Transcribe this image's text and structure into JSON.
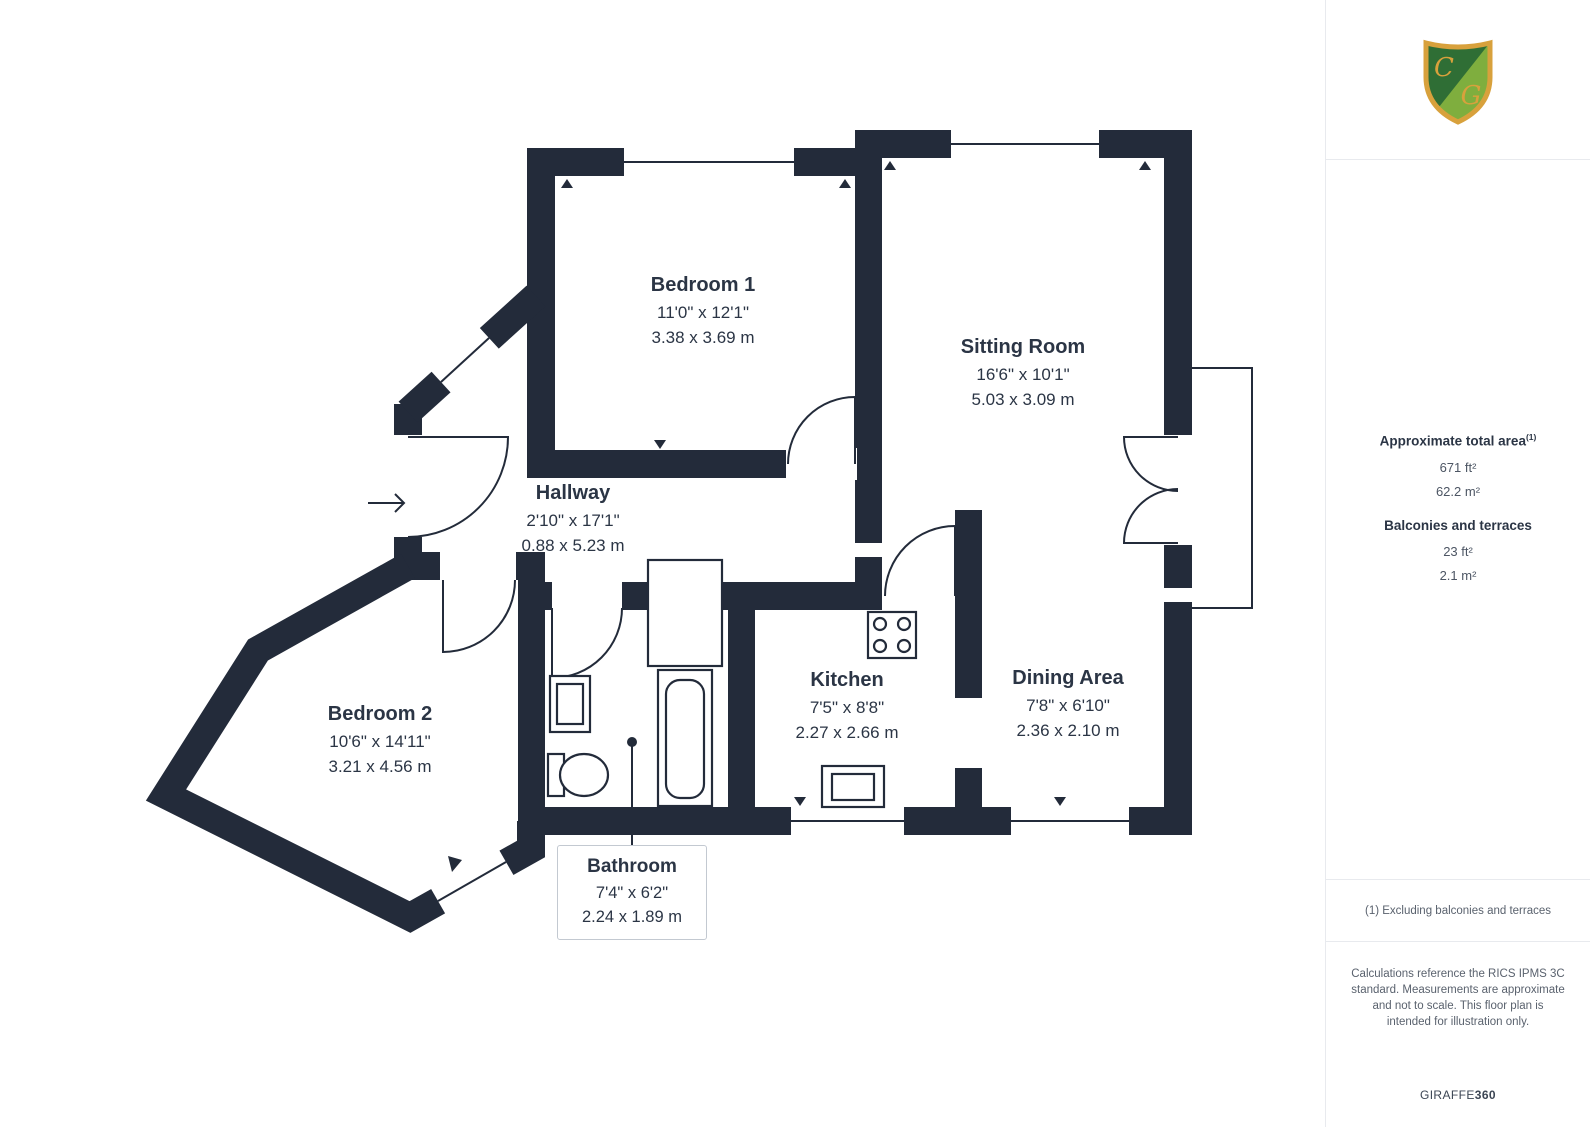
{
  "colors": {
    "wall": "#232b3a",
    "text": "#2b3545",
    "muted": "#5a626e",
    "divider": "#e8eaee",
    "logo_gold": "#d8a13c",
    "green_dark": "#2f6e35",
    "green_light": "#7fae3e",
    "box_border": "#c3c9d1"
  },
  "rooms": {
    "bedroom1": {
      "name": "Bedroom 1",
      "imperial": "11'0\" x 12'1\"",
      "metric": "3.38 x 3.69 m"
    },
    "sitting_room": {
      "name": "Sitting Room",
      "imperial": "16'6\" x 10'1\"",
      "metric": "5.03 x 3.09 m"
    },
    "hallway": {
      "name": "Hallway",
      "imperial": "2'10\" x 17'1\"",
      "metric": "0.88 x 5.23 m"
    },
    "bedroom2": {
      "name": "Bedroom 2",
      "imperial": "10'6\" x 14'11\"",
      "metric": "3.21 x 4.56 m"
    },
    "kitchen": {
      "name": "Kitchen",
      "imperial": "7'5\" x 8'8\"",
      "metric": "2.27 x 2.66 m"
    },
    "dining_area": {
      "name": "Dining Area",
      "imperial": "7'8\" x 6'10\"",
      "metric": "2.36 x 2.10 m"
    },
    "bathroom": {
      "name": "Bathroom",
      "imperial": "7'4\" x 6'2\"",
      "metric": "2.24 x 1.89 m"
    }
  },
  "sidebar": {
    "total_area_label": "Approximate total area",
    "total_area_sup": "(1)",
    "total_area_ft": "671 ft²",
    "total_area_m": "62.2 m²",
    "balconies_label": "Balconies and terraces",
    "balconies_ft": "23 ft²",
    "balconies_m": "2.1 m²",
    "footnote": "(1) Excluding balconies and terraces",
    "disclaimer": "Calculations reference the RICS IPMS 3C standard. Measurements are approximate and not to scale. This floor plan is intended for illustration only.",
    "brand_regular": "GIRAFFE",
    "brand_bold": "360"
  },
  "logo": {
    "letter_top": "C",
    "letter_bottom": "G"
  }
}
